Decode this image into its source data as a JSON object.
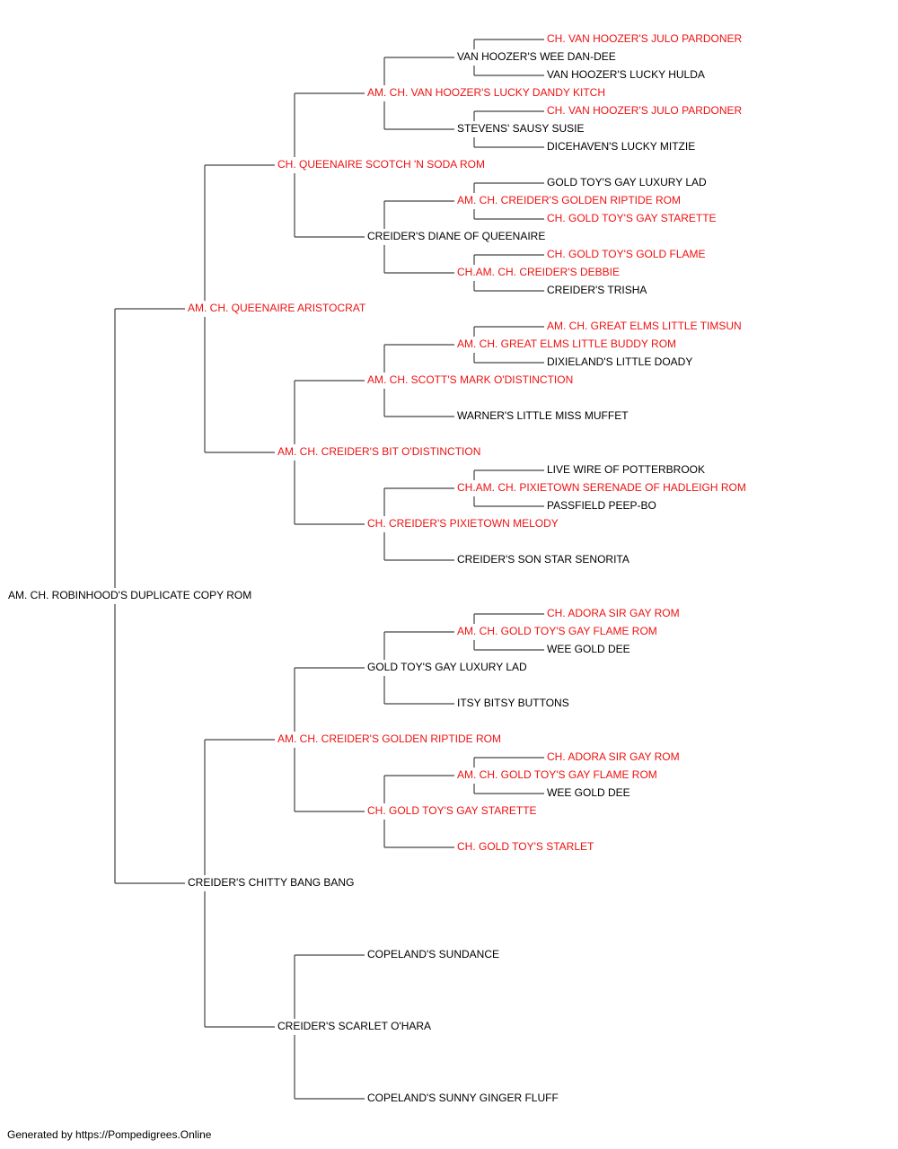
{
  "pedigree": {
    "root": {
      "name": "AM. CH. ROBINHOOD'S DUPLICATE COPY ROM",
      "champion": false,
      "sire": {
        "name": "AM. CH. QUEENAIRE ARISTOCRAT",
        "champion": true,
        "sire": {
          "name": "CH. QUEENAIRE SCOTCH 'N SODA ROM",
          "champion": true,
          "sire": {
            "name": "AM. CH. VAN HOOZER'S LUCKY DANDY KITCH",
            "champion": true,
            "sire": {
              "name": "VAN HOOZER'S WEE DAN-DEE",
              "champion": false,
              "sire": {
                "name": "CH. VAN HOOZER'S JULO PARDONER",
                "champion": true
              },
              "dam": {
                "name": "VAN HOOZER'S LUCKY HULDA",
                "champion": false
              }
            },
            "dam": {
              "name": "STEVENS' SAUSY SUSIE",
              "champion": false,
              "sire": {
                "name": "CH. VAN HOOZER'S JULO PARDONER",
                "champion": true
              },
              "dam": {
                "name": "DICEHAVEN'S LUCKY MITZIE",
                "champion": false
              }
            }
          },
          "dam": {
            "name": "CREIDER'S DIANE OF QUEENAIRE",
            "champion": false,
            "sire": {
              "name": "AM. CH. CREIDER'S GOLDEN RIPTIDE ROM",
              "champion": true,
              "sire": {
                "name": "GOLD TOY'S GAY LUXURY LAD",
                "champion": false
              },
              "dam": {
                "name": "CH. GOLD TOY'S GAY STARETTE",
                "champion": true
              }
            },
            "dam": {
              "name": "CH.AM. CH. CREIDER'S DEBBIE",
              "champion": true,
              "sire": {
                "name": "CH. GOLD TOY'S GOLD FLAME",
                "champion": true
              },
              "dam": {
                "name": "CREIDER'S TRISHA",
                "champion": false
              }
            }
          }
        },
        "dam": {
          "name": "AM. CH. CREIDER'S BIT O'DISTINCTION",
          "champion": true,
          "sire": {
            "name": "AM. CH. SCOTT'S MARK O'DISTINCTION",
            "champion": true,
            "sire": {
              "name": "AM. CH. GREAT ELMS LITTLE BUDDY ROM",
              "champion": true,
              "sire": {
                "name": "AM. CH. GREAT ELMS LITTLE TIMSUN",
                "champion": true
              },
              "dam": {
                "name": "DIXIELAND'S LITTLE DOADY",
                "champion": false
              }
            },
            "dam": {
              "name": "WARNER'S LITTLE MISS MUFFET",
              "champion": false
            }
          },
          "dam": {
            "name": "CH. CREIDER'S PIXIETOWN MELODY",
            "champion": true,
            "sire": {
              "name": "CH.AM. CH. PIXIETOWN SERENADE OF HADLEIGH ROM",
              "champion": true,
              "sire": {
                "name": "LIVE WIRE OF POTTERBROOK",
                "champion": false
              },
              "dam": {
                "name": "PASSFIELD PEEP-BO",
                "champion": false
              }
            },
            "dam": {
              "name": "CREIDER'S SON STAR SENORITA",
              "champion": false
            }
          }
        }
      },
      "dam": {
        "name": "CREIDER'S CHITTY BANG BANG",
        "champion": false,
        "sire": {
          "name": "AM. CH. CREIDER'S GOLDEN RIPTIDE ROM",
          "champion": true,
          "sire": {
            "name": "GOLD TOY'S GAY LUXURY LAD",
            "champion": false,
            "sire": {
              "name": "AM. CH. GOLD TOY'S GAY FLAME ROM",
              "champion": true,
              "sire": {
                "name": "CH. ADORA SIR GAY ROM",
                "champion": true
              },
              "dam": {
                "name": "WEE GOLD DEE",
                "champion": false
              }
            },
            "dam": {
              "name": "ITSY BITSY BUTTONS",
              "champion": false
            }
          },
          "dam": {
            "name": "CH. GOLD TOY'S GAY STARETTE",
            "champion": true,
            "sire": {
              "name": "AM. CH. GOLD TOY'S GAY FLAME ROM",
              "champion": true,
              "sire": {
                "name": "CH. ADORA SIR GAY ROM",
                "champion": true
              },
              "dam": {
                "name": "WEE GOLD DEE",
                "champion": false
              }
            },
            "dam": {
              "name": "CH. GOLD TOY'S STARLET",
              "champion": true
            }
          }
        },
        "dam": {
          "name": "CREIDER'S SCARLET O'HARA",
          "champion": false,
          "sire": {
            "name": "COPELAND'S SUNDANCE",
            "champion": false
          },
          "dam": {
            "name": "COPELAND'S SUNNY GINGER FLUFF",
            "champion": false
          }
        }
      }
    }
  },
  "colors": {
    "champion": "#ee1111",
    "regular": "#000000",
    "lines": "#444444"
  },
  "footer": "Generated by https://Pompedigrees.Online"
}
